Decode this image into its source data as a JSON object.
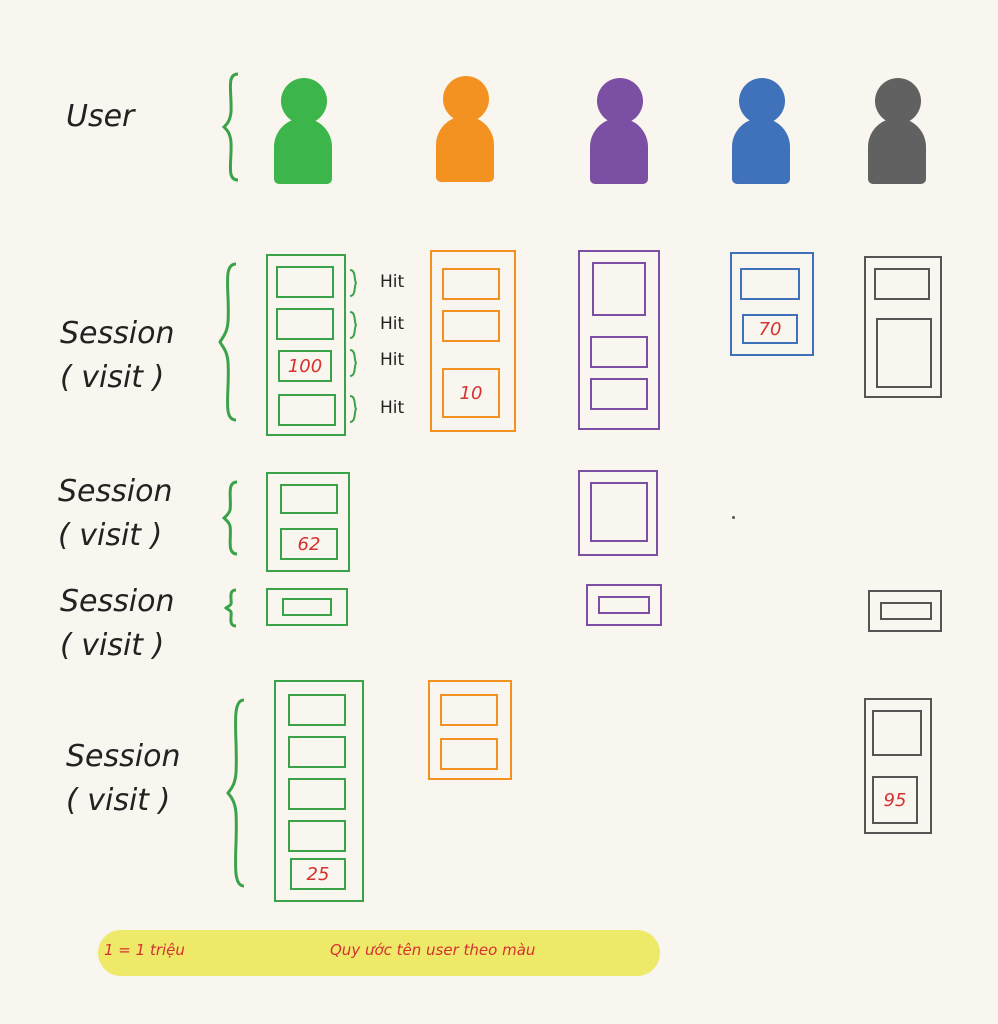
{
  "labels": {
    "user": "User",
    "session_1": "Session\n( visit )",
    "session_2": "Session\n( visit )",
    "session_3": "Session\n( visit )",
    "session_4": "Session\n( visit )"
  },
  "hits": [
    "Hit",
    "Hit",
    "Hit",
    "Hit"
  ],
  "users": [
    {
      "name": "green-user",
      "color": "#3cb54a"
    },
    {
      "name": "orange-user",
      "color": "#f39221"
    },
    {
      "name": "purple-user",
      "color": "#7b4fa3"
    },
    {
      "name": "blue-user",
      "color": "#3f72ba"
    },
    {
      "name": "gray-user",
      "color": "#616161"
    }
  ],
  "values": {
    "green_s1": "100",
    "orange_s1": "10",
    "blue_s1": "70",
    "green_s2": "62",
    "green_s4": "25",
    "gray_s4": "95"
  },
  "note": {
    "left": "1 = 1 triệu",
    "right": "Quy ước tên user theo màu"
  },
  "colors": {
    "green": "#3aa34a",
    "orange": "#f39221",
    "purple": "#7b4fa3",
    "blue": "#3f72ba",
    "gray": "#555555",
    "number": "#d63030",
    "highlight": "#efe96a"
  }
}
